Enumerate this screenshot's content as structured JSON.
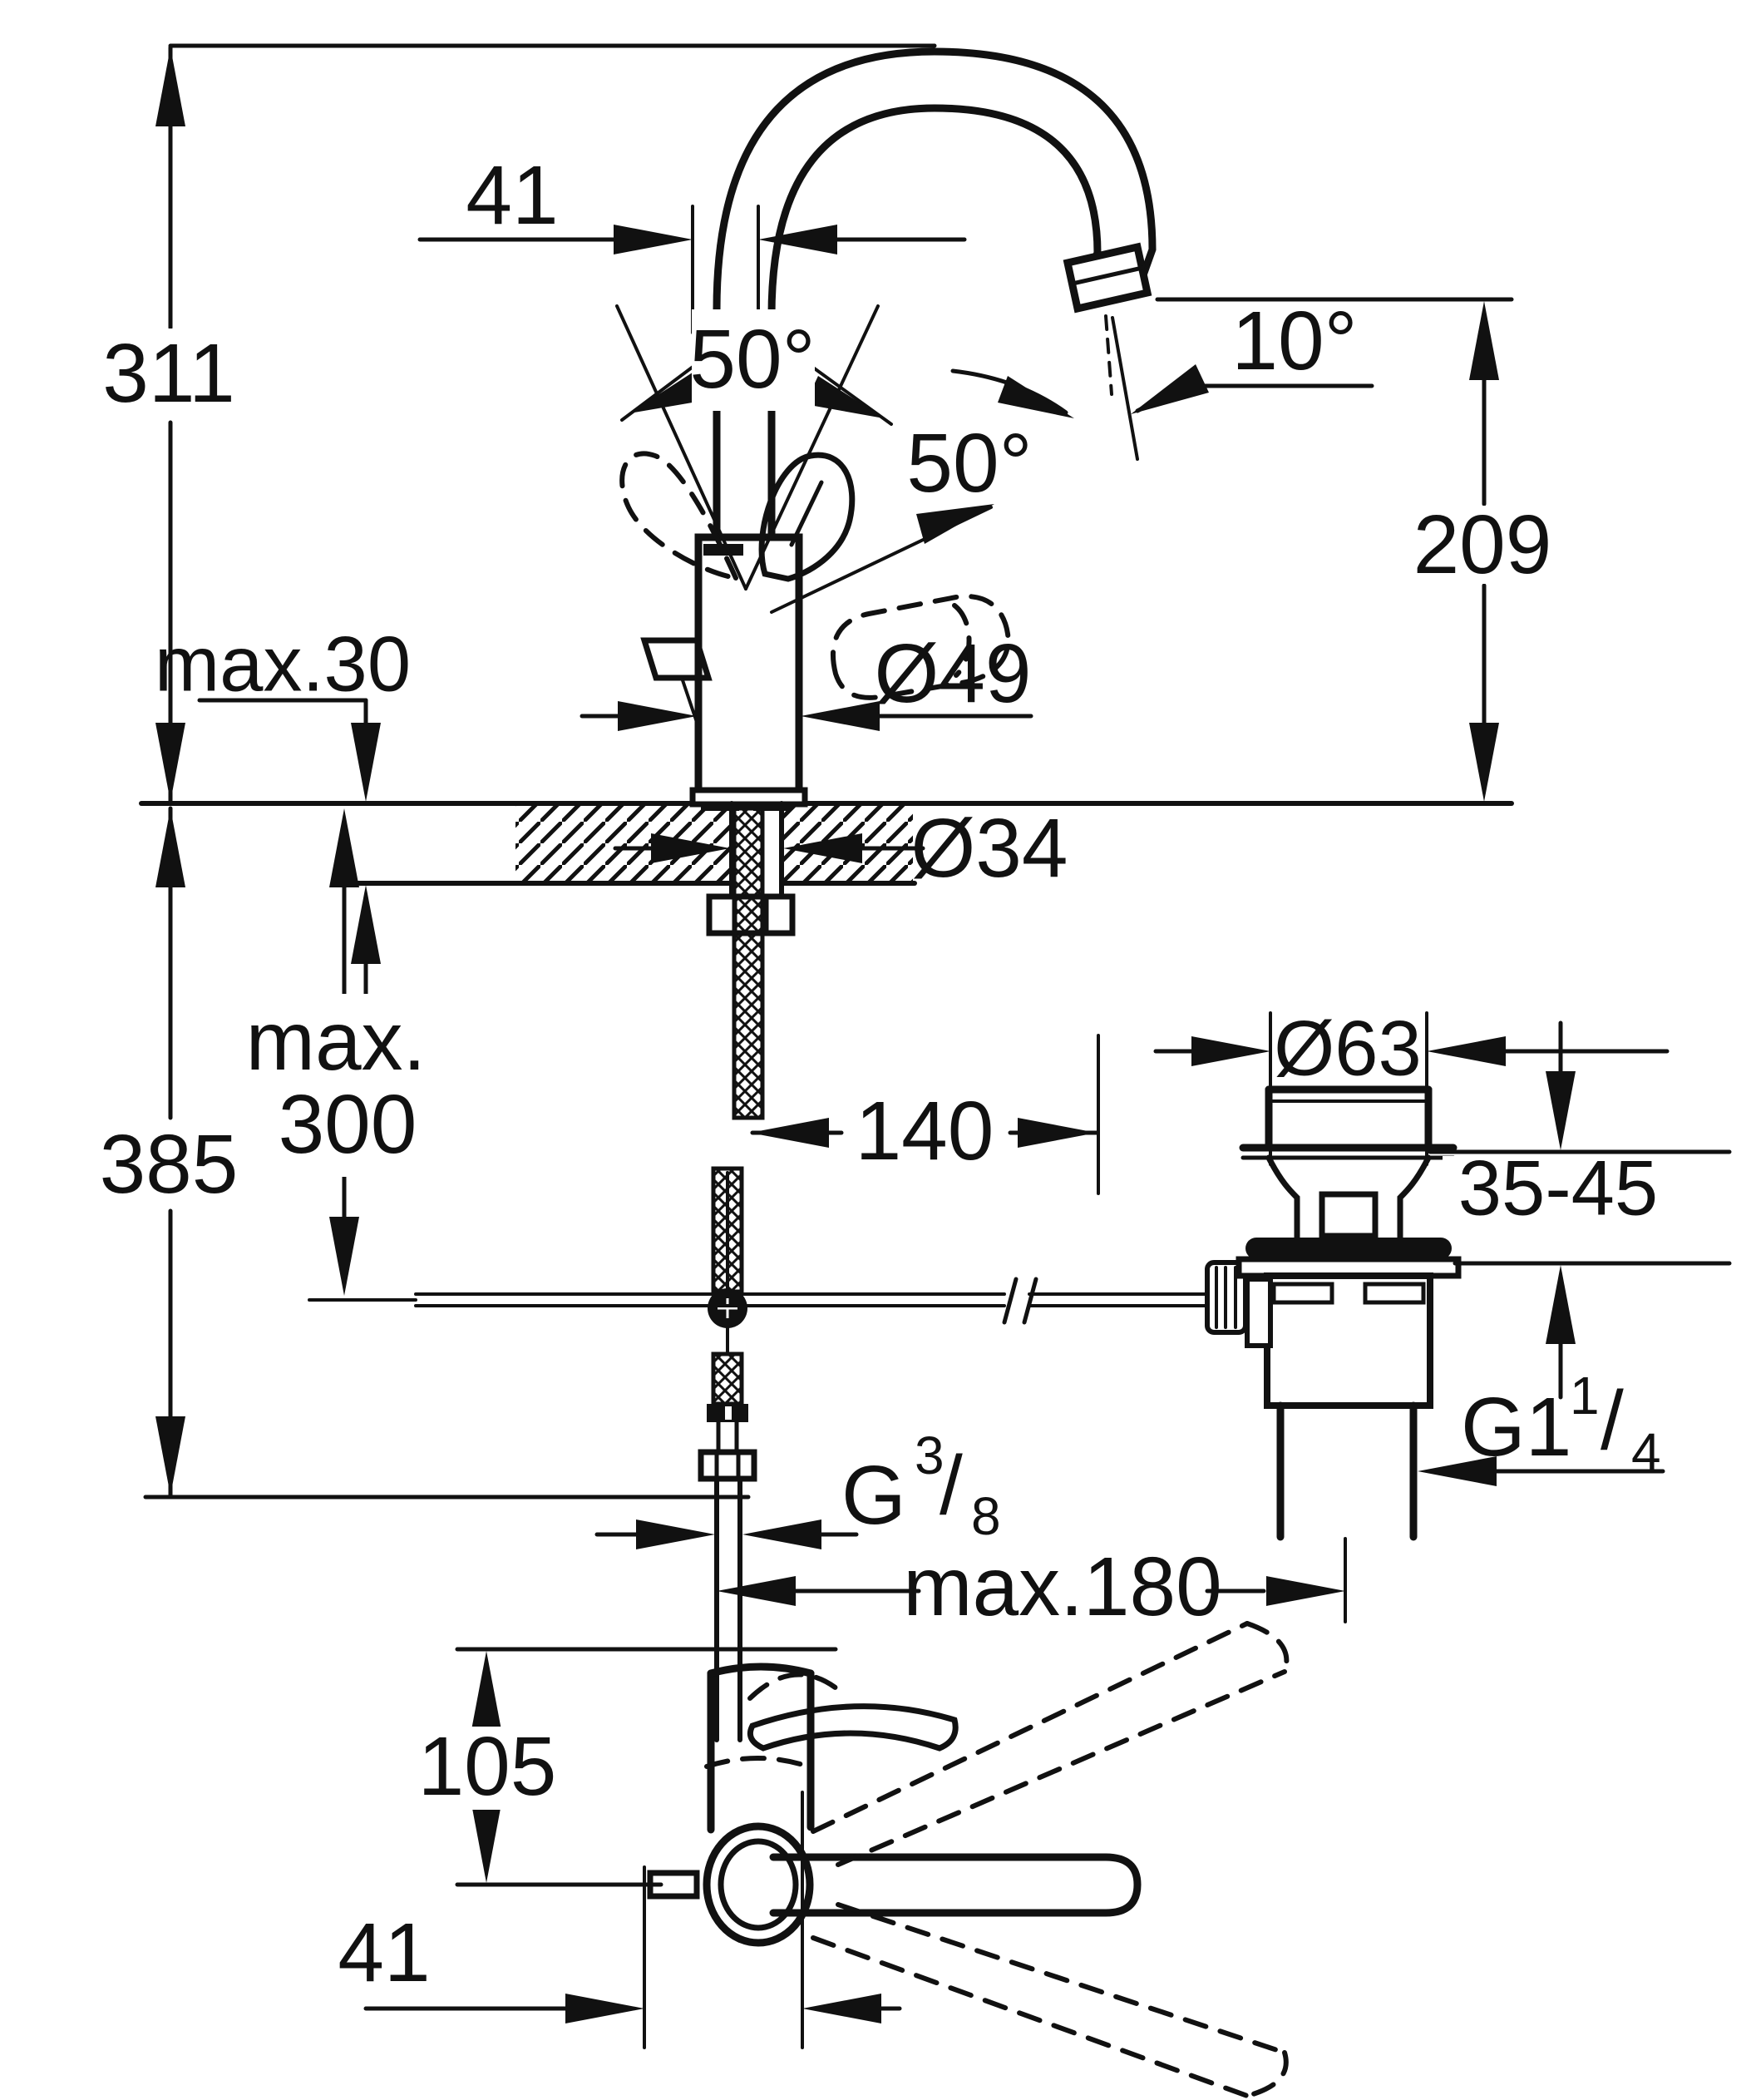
{
  "page": {
    "paper_color": "#ffffff",
    "ink_color": "#111111"
  },
  "labels": {
    "dim_height_total": "311",
    "dim_spout_offset": "41",
    "angle_lever_front": "50°",
    "angle_lever_side": "50°",
    "angle_spray": "10°",
    "dim_spout_height": "209",
    "dim_deck_thickness": "max.30",
    "dia_body": "Ø49",
    "dia_hole": "Ø34",
    "dim_hose_max_word": "max.",
    "dim_hose_max_value": "300",
    "dim_below_deck": "385",
    "dim_spout_reach": "140",
    "dia_waste_flange": "Ø63",
    "dim_clamp_range": "35-45",
    "thread_waste_prefix": "G1",
    "thread_waste_num": "1",
    "thread_waste_slash": "/",
    "thread_waste_den": "4",
    "thread_supply_prefix": "G",
    "thread_supply_num": "3",
    "thread_supply_slash": "/",
    "thread_supply_den": "8",
    "dim_waste_distance": "max.180",
    "dim_plan_height": "105",
    "dim_plan_width": "41"
  }
}
